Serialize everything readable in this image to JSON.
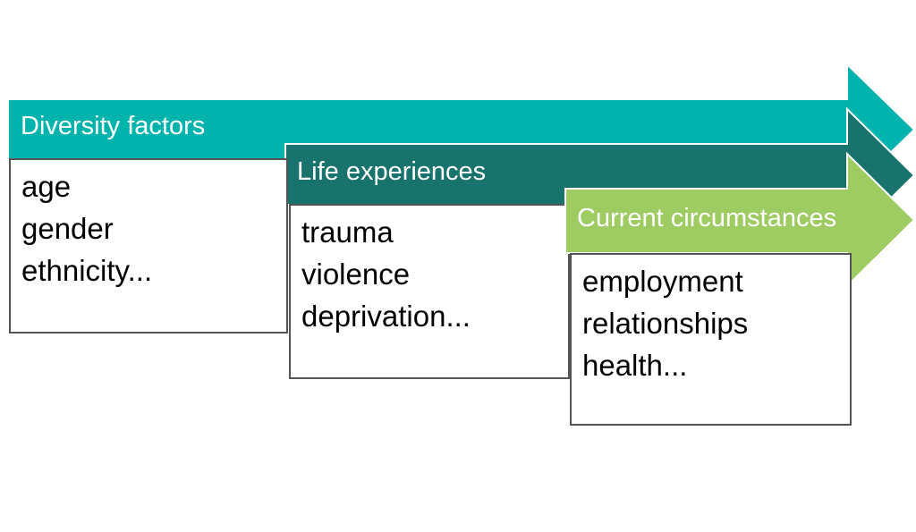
{
  "palette": {
    "background": "#ffffff",
    "box_border": "#545454",
    "box_background": "#ffffff",
    "item_text": "#000000",
    "banner_text": "#ffffff"
  },
  "arrows": [
    {
      "label": "Diversity factors",
      "color": "#00b3ad",
      "items": [
        "age",
        "gender",
        "ethnicity..."
      ]
    },
    {
      "label": "Life experiences",
      "color": "#17736c",
      "items": [
        "trauma",
        "violence",
        "deprivation..."
      ]
    },
    {
      "label": "Current circumstances",
      "color": "#9fcb63",
      "items": [
        "employment",
        "relationships",
        "health..."
      ]
    }
  ]
}
